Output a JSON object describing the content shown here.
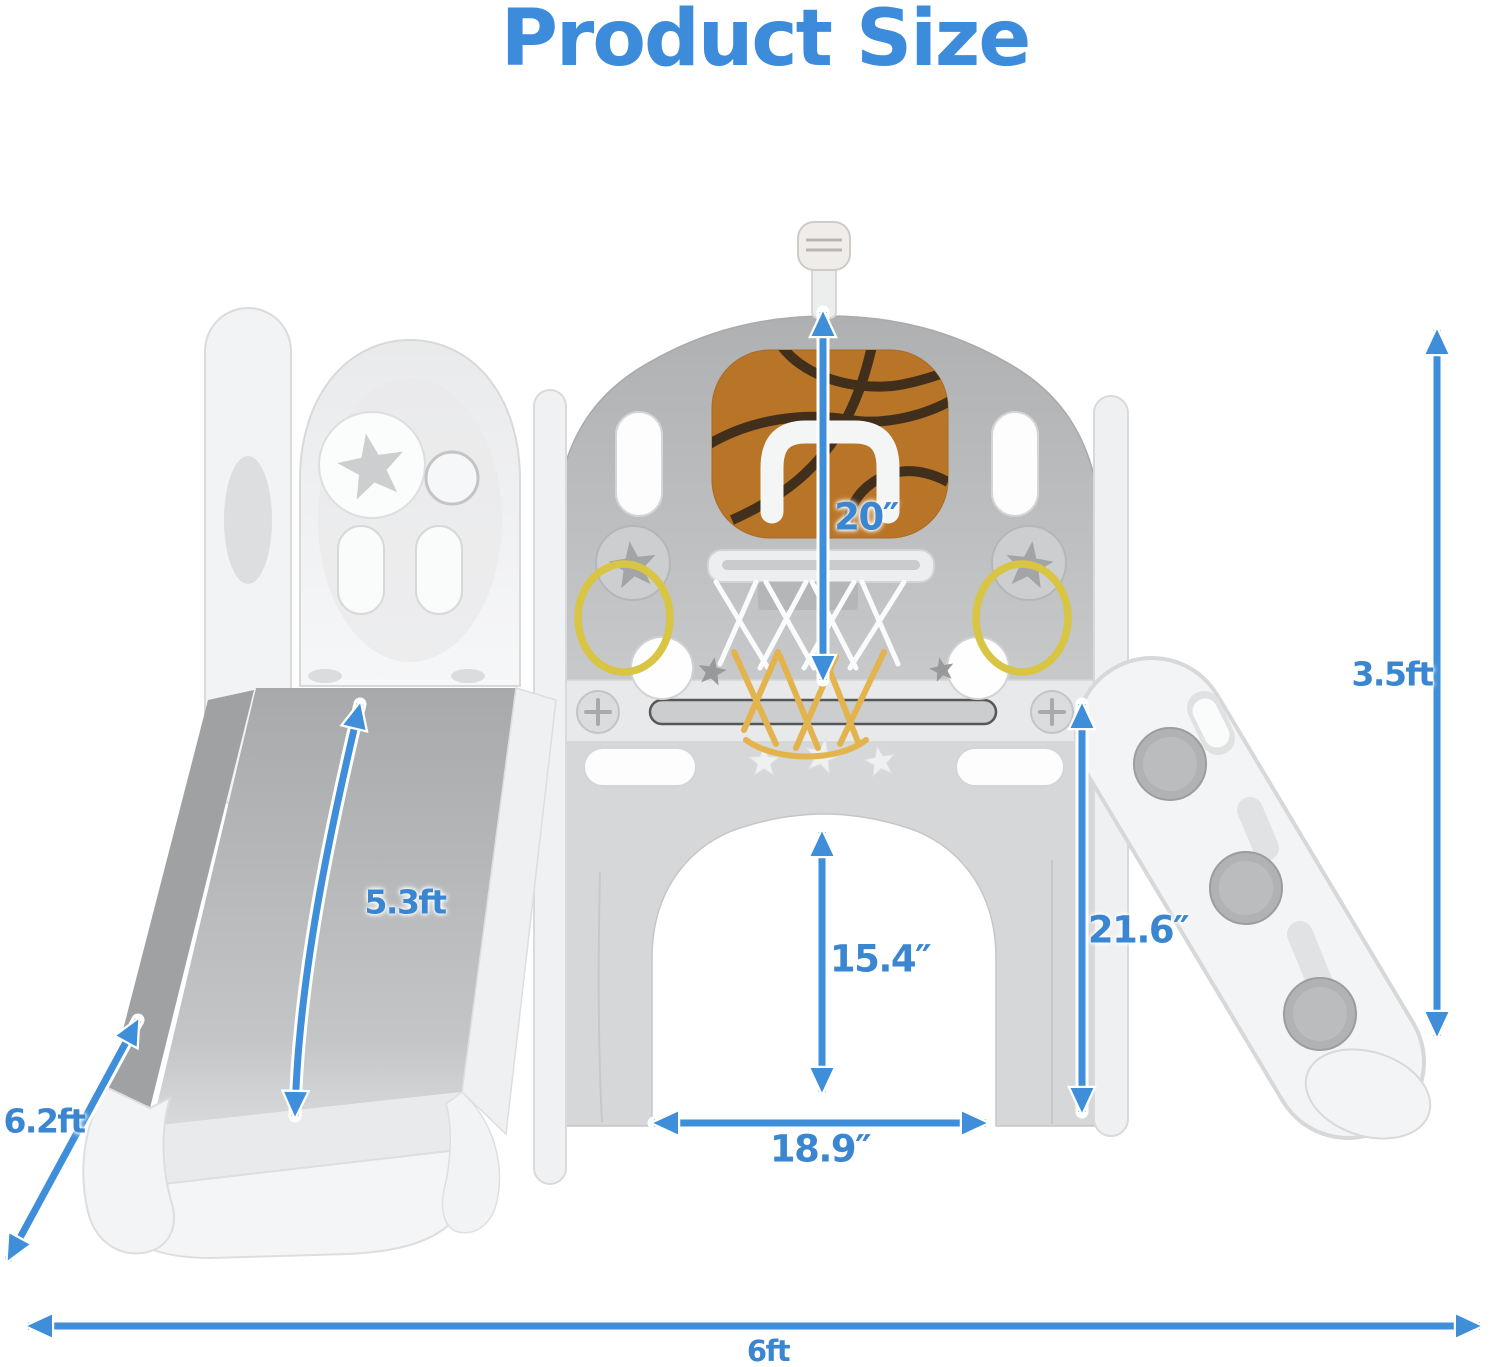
{
  "title": "Product Size",
  "colors": {
    "title_blue": "#3d8cdb",
    "arrow_blue": "#3f8ed9",
    "label_blue": "#3a86d1",
    "backboard_orange": "#b97527",
    "ring_yellow": "#d8c544",
    "net_yellow": "#e3b44e",
    "panel_gray": "#b7b9bb",
    "structure_white": "#f3f4f5"
  },
  "dimensions": {
    "hoop_height": "20″",
    "overall_height": "3.5ft",
    "slide_length": "5.3ft",
    "base_depth": "6.2ft",
    "arch_height": "15.4″",
    "panel_height": "21.6″",
    "arch_width": "18.9″",
    "overall_width": "6ft"
  }
}
